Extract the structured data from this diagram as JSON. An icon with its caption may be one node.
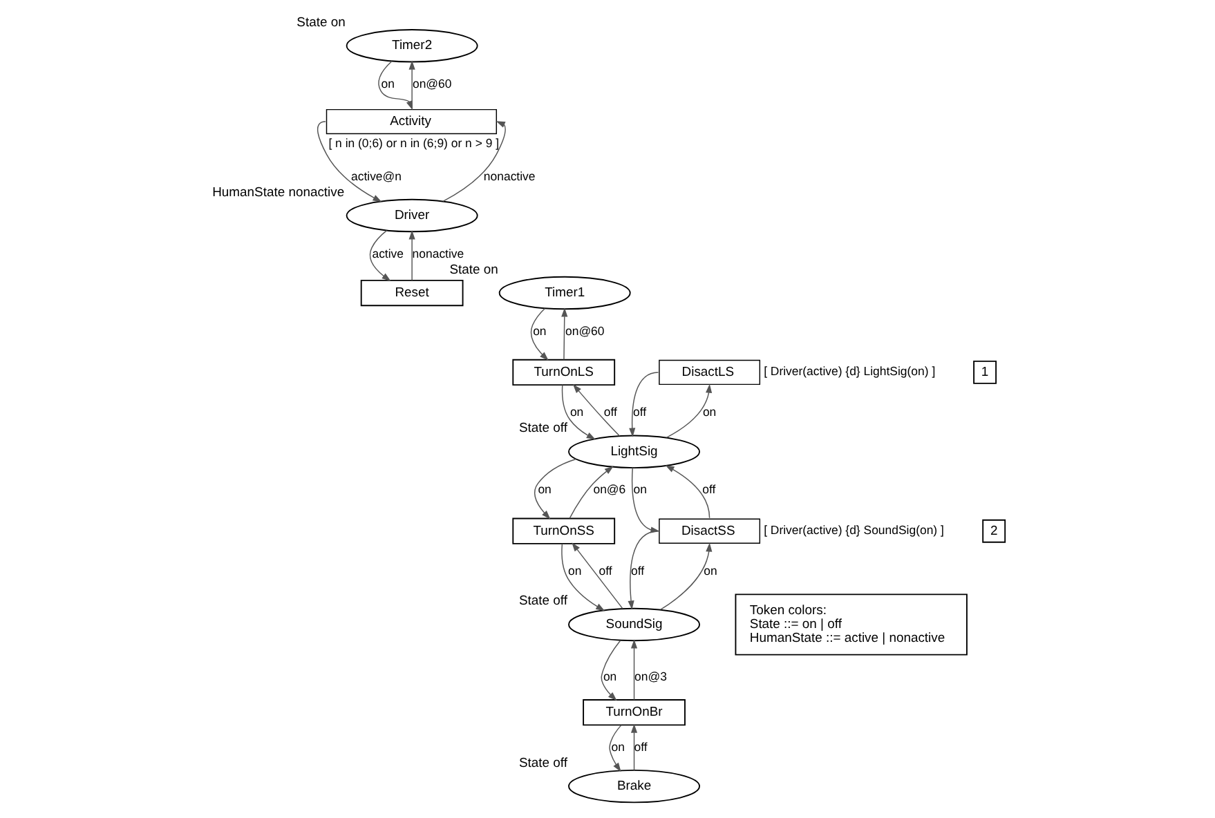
{
  "diagram": {
    "nodes": [
      {
        "text": [
          "Timer2"
        ],
        "beside": [
          "State on"
        ]
      },
      {
        "text": [
          "Activity"
        ],
        "beside": [
          "[ n in (0;6) or n in (6;9) or n > 9 ]"
        ]
      },
      {
        "text": [
          "Driver"
        ],
        "beside": [
          "HumanState nonactive"
        ]
      },
      {
        "text": [
          "Timer1"
        ],
        "beside": [
          "State on"
        ]
      },
      {
        "text": [
          "Reset"
        ]
      },
      {
        "text": [
          "TurnOnLS"
        ]
      },
      {
        "text": [
          "DisactLS"
        ],
        "beside": [
          "[ Driver(active) {d} LightSig(on) ]"
        ]
      },
      {
        "text": [
          "1"
        ]
      },
      {
        "text": [
          "LightSig"
        ],
        "beside": [
          "State off"
        ]
      },
      {
        "text": [
          "TurnOnSS"
        ]
      },
      {
        "text": [
          "DisactSS"
        ],
        "beside": [
          "[ Driver(active) {d} SoundSig(on) ]"
        ]
      },
      {
        "text": [
          "2"
        ]
      },
      {
        "text": [
          "SoundSig"
        ],
        "beside": [
          "State off"
        ]
      },
      {
        "text": [
          "TurnOnBr"
        ]
      },
      {
        "text": [
          "Brake"
        ],
        "beside": [
          "State off"
        ]
      },
      {
        "text": [
          "Token colors:",
          "State ::= on | off",
          "HumanState ::= active | nonactive"
        ]
      }
    ],
    "edges": [
      {
        "from": 0,
        "to": 1,
        "arrow": "to",
        "label": "on"
      },
      {
        "from": 1,
        "to": 0,
        "arrow": "to",
        "label": "on@60"
      },
      {
        "from": 2,
        "to": 1,
        "arrow": "to",
        "label": "nonactive"
      },
      {
        "from": 1,
        "to": 2,
        "arrow": "to",
        "label": "active@n"
      },
      {
        "from": 2,
        "to": 4,
        "arrow": "to",
        "label": "active"
      },
      {
        "from": 4,
        "to": 2,
        "arrow": "to",
        "label": "nonactive"
      },
      {
        "from": 3,
        "to": 5,
        "arrow": "to",
        "label": "on"
      },
      {
        "from": 5,
        "to": 3,
        "arrow": "to",
        "label": "on@60"
      },
      {
        "from": 8,
        "to": 5,
        "arrow": "to",
        "label": "off"
      },
      {
        "from": 5,
        "to": 8,
        "arrow": "to",
        "label": "on"
      },
      {
        "from": 8,
        "to": 6,
        "arrow": "to",
        "label": "on"
      },
      {
        "from": 6,
        "to": 8,
        "arrow": "to",
        "label": "off"
      },
      {
        "from": 8,
        "to": 9,
        "arrow": "to",
        "label": "on"
      },
      {
        "from": 9,
        "to": 8,
        "arrow": "to",
        "label": "on@6"
      },
      {
        "from": 8,
        "to": 10,
        "arrow": "to",
        "label": "on"
      },
      {
        "from": 10,
        "to": 8,
        "arrow": "to",
        "label": "off"
      },
      {
        "from": 12,
        "to": 9,
        "arrow": "to",
        "label": "off"
      },
      {
        "from": 9,
        "to": 12,
        "arrow": "to",
        "label": "on"
      },
      {
        "from": 12,
        "to": 10,
        "arrow": "to",
        "label": "on"
      },
      {
        "from": 10,
        "to": 12,
        "arrow": "to",
        "label": "off"
      },
      {
        "from": 12,
        "to": 13,
        "arrow": "to",
        "label": "on"
      },
      {
        "from": 13,
        "to": 12,
        "arrow": "to",
        "label": "on@3"
      },
      {
        "from": 14,
        "to": 13,
        "arrow": "to",
        "label": "off"
      },
      {
        "from": 13,
        "to": 14,
        "arrow": "to",
        "label": "on"
      }
    ]
  }
}
